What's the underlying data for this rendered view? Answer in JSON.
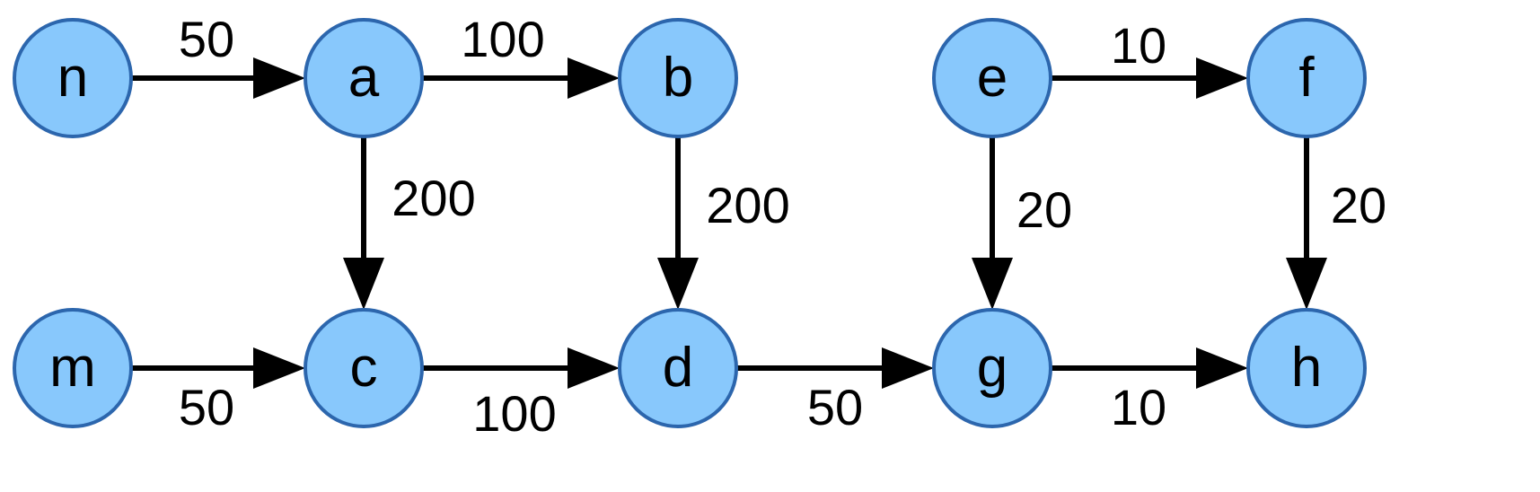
{
  "diagram": {
    "type": "directed-weighted-graph",
    "colors": {
      "node_fill": "#88c8fc",
      "node_stroke": "#2c66ad",
      "edge": "#000000",
      "text": "#000000"
    },
    "nodes": [
      {
        "id": "n",
        "label": "n"
      },
      {
        "id": "a",
        "label": "a"
      },
      {
        "id": "b",
        "label": "b"
      },
      {
        "id": "e",
        "label": "e"
      },
      {
        "id": "f",
        "label": "f"
      },
      {
        "id": "m",
        "label": "m"
      },
      {
        "id": "c",
        "label": "c"
      },
      {
        "id": "d",
        "label": "d"
      },
      {
        "id": "g",
        "label": "g"
      },
      {
        "id": "h",
        "label": "h"
      }
    ],
    "edges": [
      {
        "from": "n",
        "to": "a",
        "weight": "50"
      },
      {
        "from": "a",
        "to": "b",
        "weight": "100"
      },
      {
        "from": "e",
        "to": "f",
        "weight": "10"
      },
      {
        "from": "a",
        "to": "c",
        "weight": "200"
      },
      {
        "from": "b",
        "to": "d",
        "weight": "200"
      },
      {
        "from": "e",
        "to": "g",
        "weight": "20"
      },
      {
        "from": "f",
        "to": "h",
        "weight": "20"
      },
      {
        "from": "m",
        "to": "c",
        "weight": "50"
      },
      {
        "from": "c",
        "to": "d",
        "weight": "100"
      },
      {
        "from": "d",
        "to": "g",
        "weight": "50"
      },
      {
        "from": "g",
        "to": "h",
        "weight": "10"
      }
    ]
  }
}
